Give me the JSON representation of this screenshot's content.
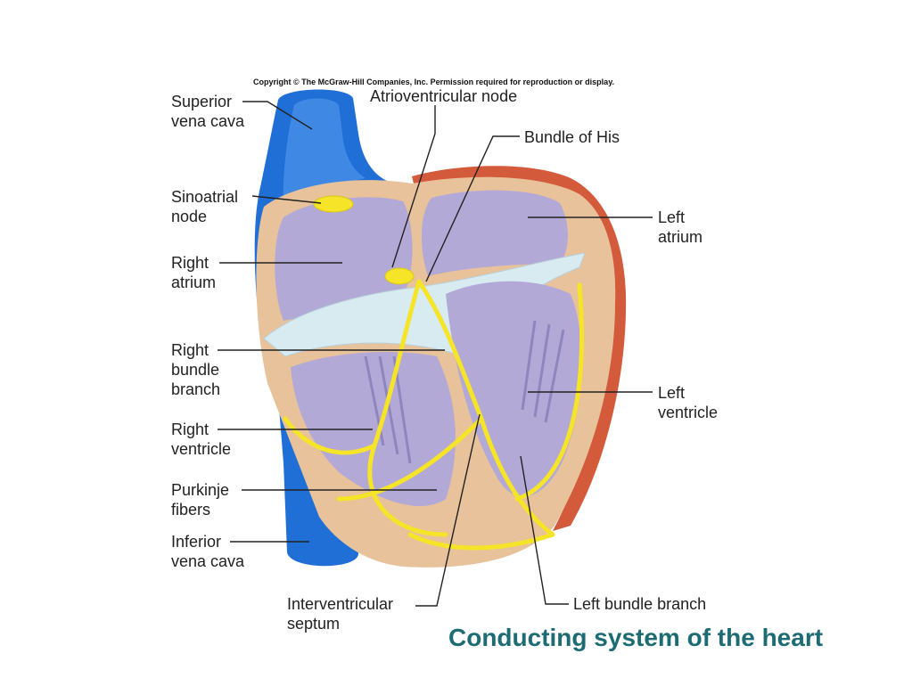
{
  "copyright": "Copyright © The McGraw-Hill Companies, Inc. Permission required for reproduction or display.",
  "caption": "Conducting system of the heart",
  "labels": {
    "superior_vena_cava": [
      "Superior",
      "vena cava"
    ],
    "atrioventricular_node": [
      "Atrioventricular node"
    ],
    "bundle_of_his": [
      "Bundle of His"
    ],
    "sinoatrial_node": [
      "Sinoatrial",
      "node"
    ],
    "left_atrium": [
      "Left",
      "atrium"
    ],
    "right_atrium": [
      "Right",
      "atrium"
    ],
    "right_bundle_branch": [
      "Right",
      "bundle",
      "branch"
    ],
    "left_ventricle": [
      "Left",
      "ventricle"
    ],
    "right_ventricle": [
      "Right",
      "ventricle"
    ],
    "purkinje_fibers": [
      "Purkinje",
      "fibers"
    ],
    "inferior_vena_cava": [
      "Inferior",
      "vena cava"
    ],
    "interventricular_septum": [
      "Interventricular",
      "septum"
    ],
    "left_bundle_branch": [
      "Left bundle branch"
    ]
  },
  "colors": {
    "vena_cava": "#1f6fd6",
    "myocardium": "#e8c29a",
    "chamber": "#b2a9d6",
    "valve": "#d7ebf1",
    "conduction": "#f5e427",
    "epicardium": "#d35a3b",
    "caption": "#1d6b73"
  }
}
